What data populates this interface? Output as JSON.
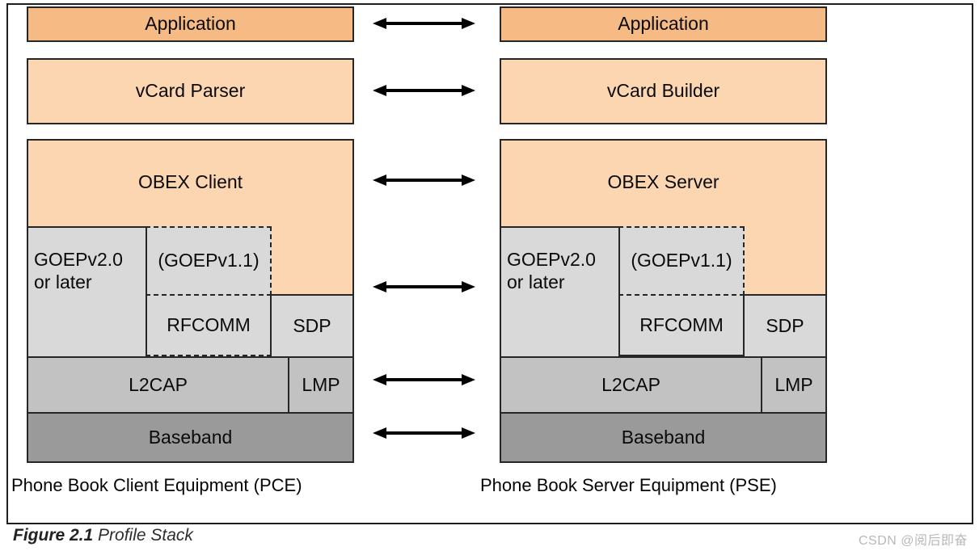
{
  "figure": {
    "caption_title": "Figure 2.1",
    "caption_text": "Profile Stack",
    "watermark": "CSDN @阅后即奋"
  },
  "colors": {
    "application_fill": "#F6BA84",
    "upper_layer_fill": "#FBD6B1",
    "middleware_fill": "#D9D9D9",
    "controller_fill": "#C2C2C2",
    "baseband_fill": "#9A9A9A",
    "box_border": "#262626",
    "arrow": "#000000",
    "watermark_color": "#B8B8B8"
  },
  "stacks": [
    {
      "label": "Phone Book Client Equipment (PCE)",
      "application": "Application",
      "vcard": "vCard Parser",
      "obex": "OBEX Client",
      "goep2_line1": "GOEPv2.0",
      "goep2_line2": "or later",
      "goep11": "(GOEPv1.1)",
      "rfcomm": "RFCOMM",
      "sdp": "SDP",
      "l2cap": "L2CAP",
      "lmp": "LMP",
      "baseband": "Baseband"
    },
    {
      "label": "Phone Book Server Equipment (PSE)",
      "application": "Application",
      "vcard": "vCard Builder",
      "obex": "OBEX Server",
      "goep2_line1": "GOEPv2.0",
      "goep2_line2": "or later",
      "goep11": "(GOEPv1.1)",
      "rfcomm": "RFCOMM",
      "sdp": "SDP",
      "l2cap": "L2CAP",
      "lmp": "LMP",
      "baseband": "Baseband"
    }
  ]
}
